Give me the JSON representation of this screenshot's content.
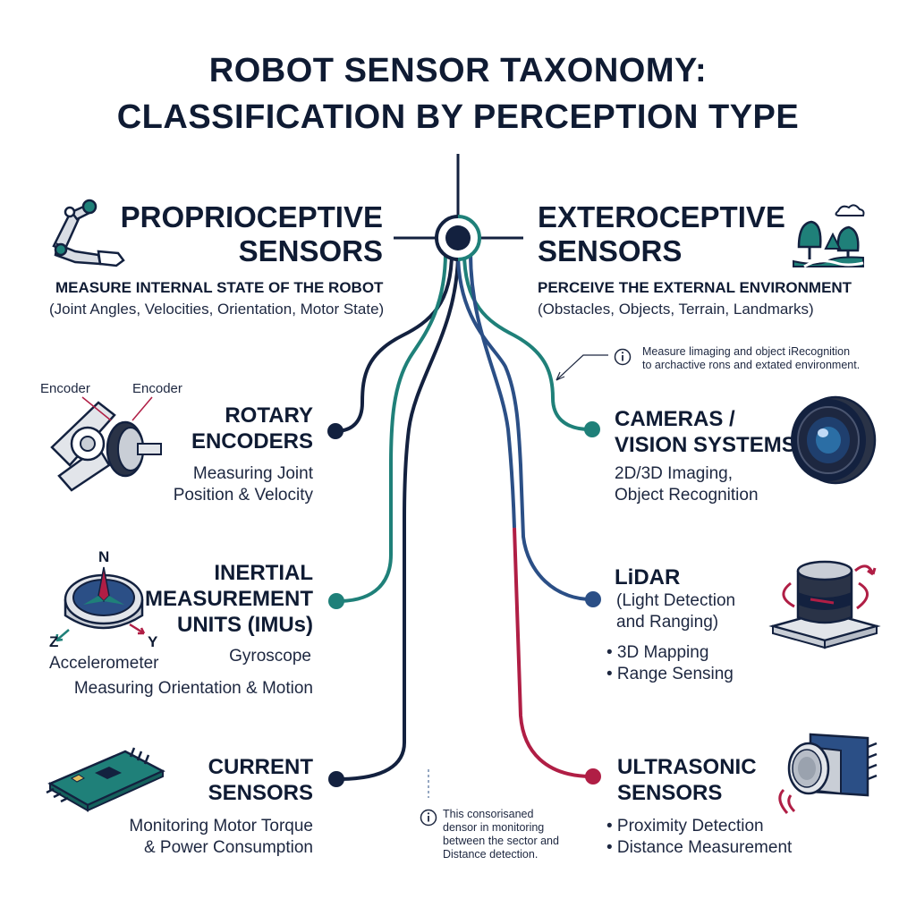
{
  "title": {
    "line1": "ROBOT SENSOR TAXONOMY:",
    "line2": "CLASSIFICATION BY PERCEPTION TYPE"
  },
  "proprioceptive": {
    "title_line1": "PROPRIOCEPTIVE",
    "title_line2": "SENSORS",
    "subtitle": "MEASURE INTERNAL STATE OF THE ROBOT",
    "description": "(Joint Angles, Velocities, Orientation, Motor State)",
    "sensors": [
      {
        "name_line1": "ROTARY",
        "name_line2": "ENCODERS",
        "desc_line1": "Measuring Joint",
        "desc_line2": "Position & Velocity",
        "labels": [
          "Encoder",
          "Encoder"
        ]
      },
      {
        "name_line1": "INERTIAL",
        "name_line2": "MEASUREMENT",
        "name_line3": "UNITS (IMUs)",
        "desc_line1": "Gyroscope",
        "desc_line2": "Measuring Orientation & Motion",
        "labels": [
          "N",
          "Z",
          "Y",
          "Accelerometer"
        ]
      },
      {
        "name_line1": "CURRENT",
        "name_line2": "SENSORS",
        "desc_line1": "Monitoring Motor Torque",
        "desc_line2": "& Power Consumption"
      }
    ]
  },
  "exteroceptive": {
    "title_line1": "EXTEROCEPTIVE",
    "title_line2": "SENSORS",
    "subtitle": "PERCEIVE THE EXTERNAL ENVIRONMENT",
    "description": "(Obstacles, Objects, Terrain, Landmarks)",
    "note_line1": "Measure limaging and object iRecognition",
    "note_line2": "to archactive rons and extated environment.",
    "sensors": [
      {
        "name_line1": "CAMERAS /",
        "name_line2": "VISION SYSTEMS",
        "desc_line1": "2D/3D Imaging,",
        "desc_line2": "Object Recognition"
      },
      {
        "name_line1": "LiDAR",
        "name_line2": "(Light Detection",
        "name_line3": "and Ranging)",
        "bullet1": "• 3D Mapping",
        "bullet2": "• Range Sensing"
      },
      {
        "name_line1": "ULTRASONIC",
        "name_line2": "SENSORS",
        "bullet1": "• Proximity Detection",
        "bullet2": "• Distance Measurement"
      }
    ]
  },
  "bottom_note": {
    "line1": "This consorisaned",
    "line2": "densor in monitoring",
    "line3": "between the sector and",
    "line4": "Distance detection."
  },
  "colors": {
    "navy": "#13213f",
    "teal": "#1f8079",
    "blue": "#2b4f86",
    "crimson": "#b01e45"
  },
  "icons": [
    "robot-arm-icon",
    "landscape-icon",
    "encoder-icon",
    "compass-icon",
    "circuit-board-icon",
    "camera-lens-icon",
    "lidar-icon",
    "ultrasonic-icon",
    "info-icon"
  ]
}
